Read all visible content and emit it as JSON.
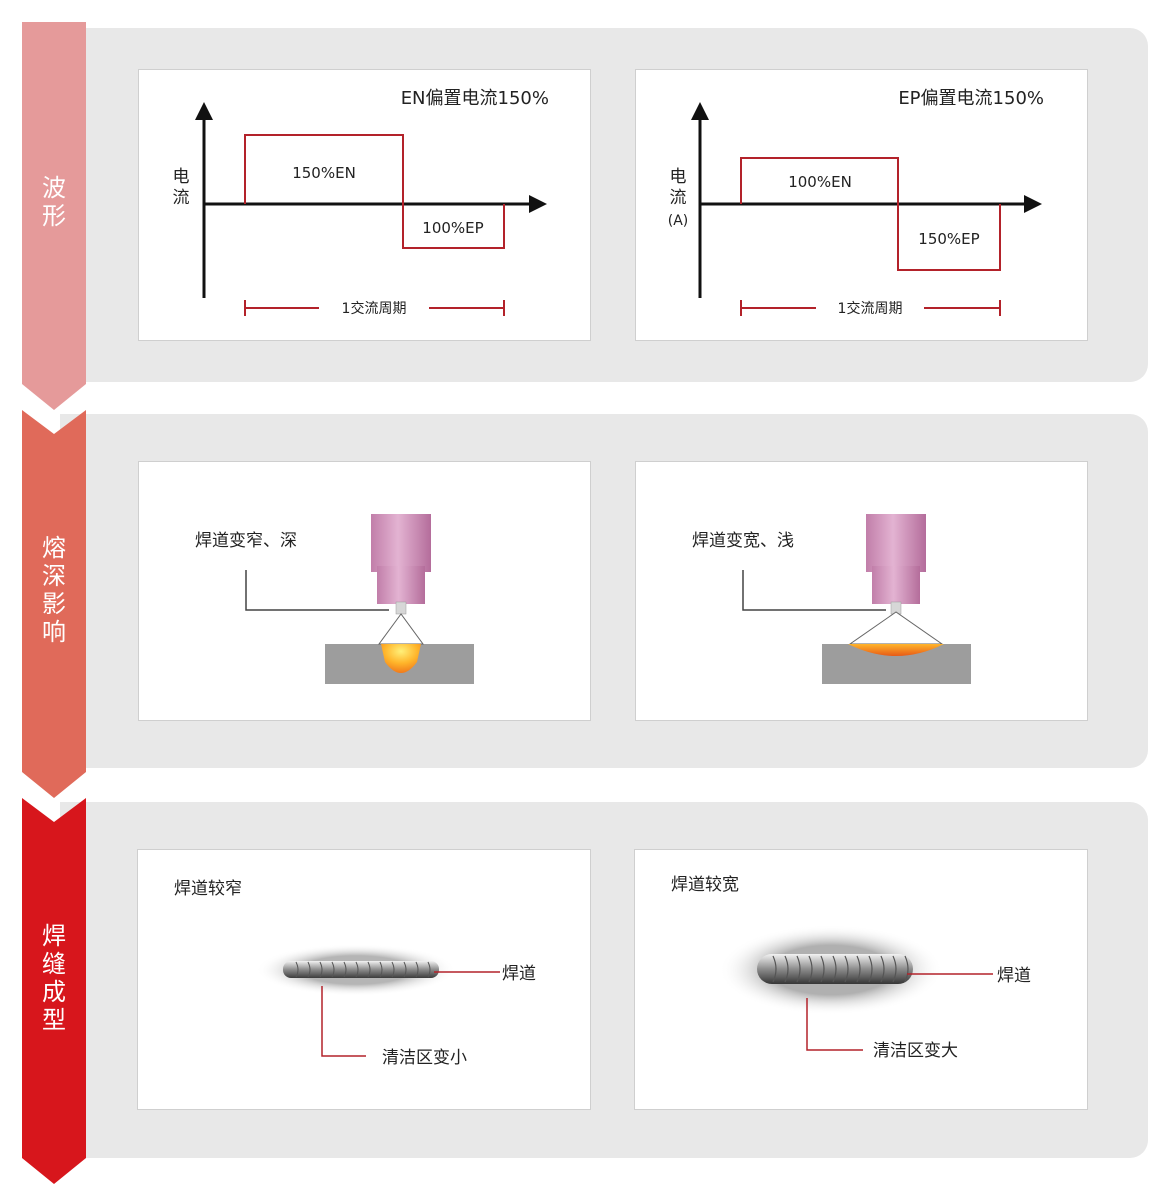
{
  "rows": [
    {
      "label": "波形",
      "color": "#e59a9a"
    },
    {
      "label": "熔深影响",
      "color": "#e06a5a"
    },
    {
      "label": "焊缝成型",
      "color": "#d7161c"
    }
  ],
  "waveform": {
    "left": {
      "title": "EN偏置电流150%",
      "y_label_1": "电",
      "y_label_2": "流",
      "positive_label": "150%EN",
      "negative_label": "100%EP",
      "period_label": "1交流周期"
    },
    "right": {
      "title": "EP偏置电流150%",
      "y_label_1": "电",
      "y_label_2": "流",
      "y_label_unit": "(A)",
      "positive_label": "100%EN",
      "negative_label": "150%EP",
      "period_label": "1交流周期"
    }
  },
  "penetration": {
    "left": {
      "caption": "焊道变窄、深"
    },
    "right": {
      "caption": "焊道变宽、浅"
    }
  },
  "bead": {
    "left": {
      "title": "焊道较窄",
      "bead_label": "焊道",
      "clean_label": "清洁区变小"
    },
    "right": {
      "title": "焊道较宽",
      "bead_label": "焊道",
      "clean_label": "清洁区变大"
    }
  },
  "colors": {
    "waveform_line": "#b3222a",
    "callout_line": "#b3222a",
    "axis": "#111111"
  }
}
